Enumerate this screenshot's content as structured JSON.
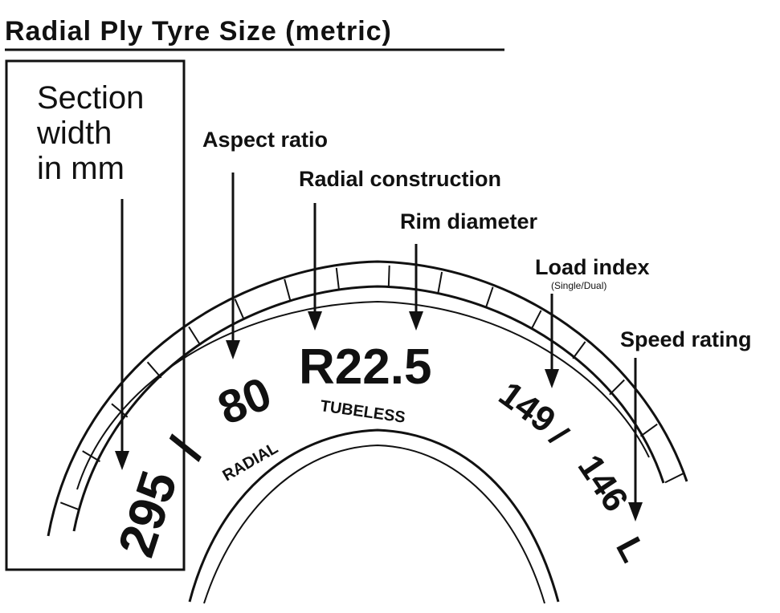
{
  "title": "Radial Ply Tyre Size (metric)",
  "labels": {
    "section_width": [
      "Section",
      "width",
      "in mm"
    ],
    "aspect_ratio": "Aspect ratio",
    "radial_construction": "Radial construction",
    "rim_diameter": "Rim diameter",
    "load_index": "Load index",
    "load_index_sub": "(Single/Dual)",
    "speed_rating": "Speed rating"
  },
  "tyre_text": {
    "width": "295",
    "slash1": "/",
    "aspect": "80",
    "radial": "RADIAL",
    "rim": "R22.5",
    "tubeless": "TUBELESS",
    "load_single": "149",
    "slash2": "/",
    "load_dual": "146",
    "speed": "L"
  }
}
